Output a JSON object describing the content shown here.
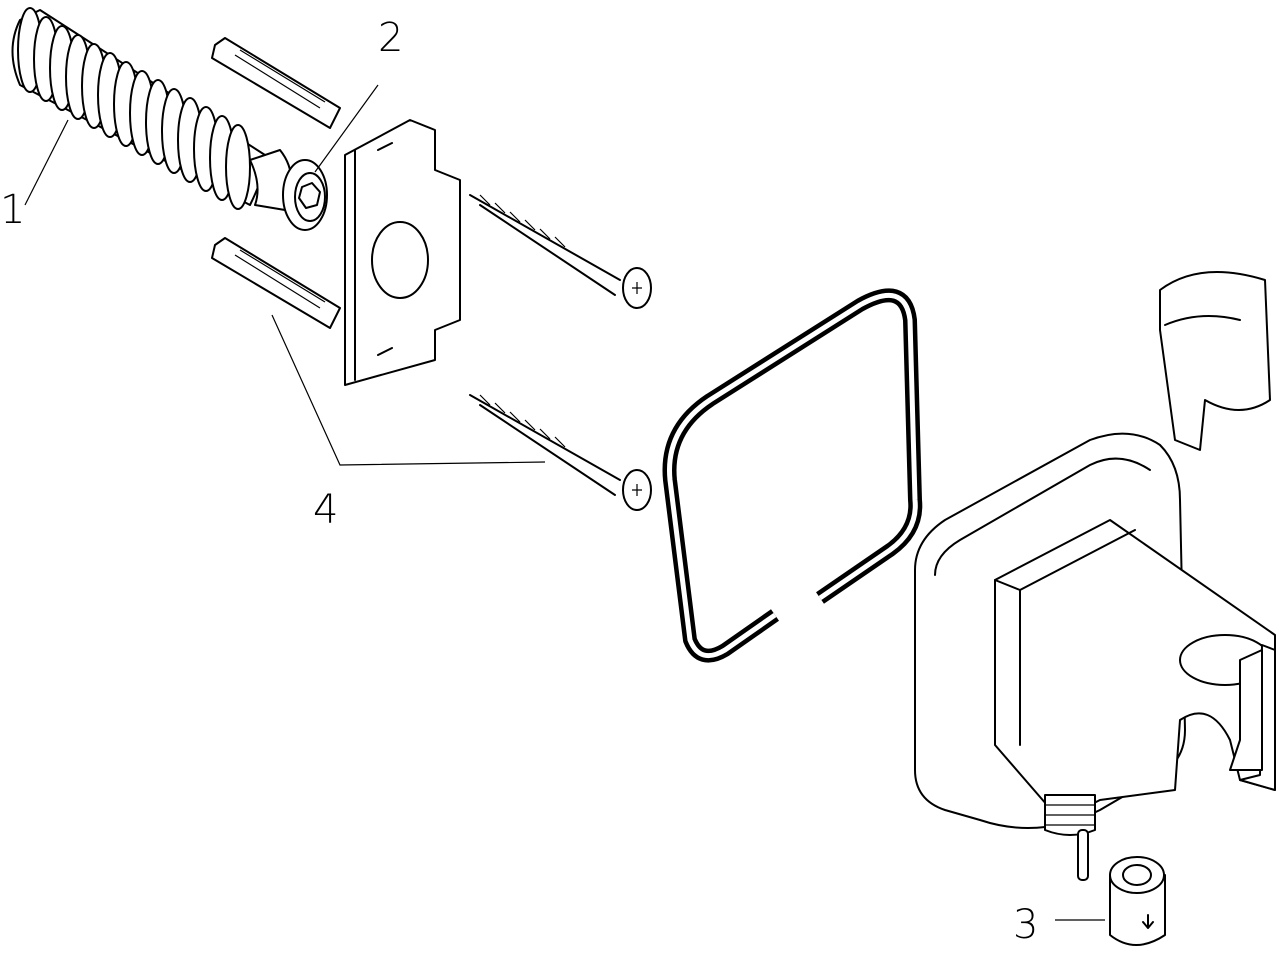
{
  "diagram": {
    "callouts": {
      "hose": "1",
      "connector": "2",
      "nut": "3",
      "screws": "4"
    }
  }
}
